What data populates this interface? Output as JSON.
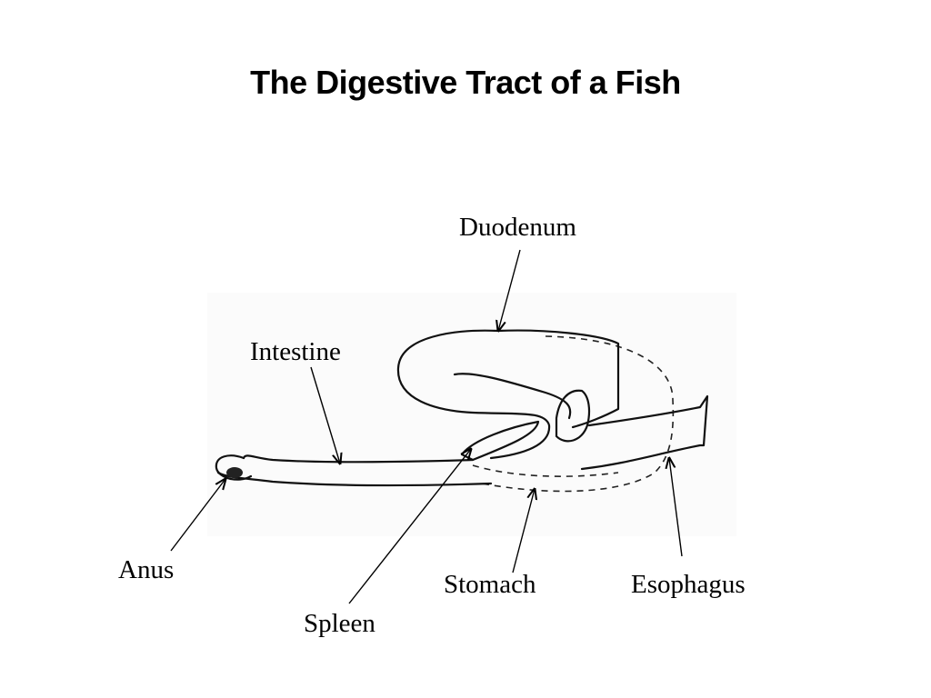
{
  "title": "The Digestive Tract of a Fish",
  "labels": {
    "duodenum": "Duodenum",
    "intestine": "Intestine",
    "anus": "Anus",
    "spleen": "Spleen",
    "stomach": "Stomach",
    "esophagus": "Esophagus"
  }
}
